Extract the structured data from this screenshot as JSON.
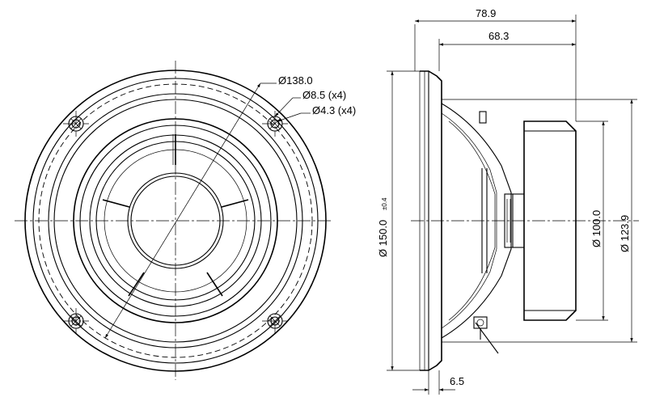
{
  "front_view": {
    "dia_outer": "Ø138.0",
    "hole_large": "Ø8.5 (x4)",
    "hole_small": "Ø4.3 (x4)"
  },
  "side_view": {
    "depth_total": "78.9",
    "depth_magnet": "68.3",
    "flange_thickness": "6.5",
    "dia_frame_main": "Ø 150.0",
    "dia_frame_tol": "±0.4",
    "dia_magnet": "Ø 100.0",
    "dia_magnet_outer": "Ø 123.9"
  }
}
